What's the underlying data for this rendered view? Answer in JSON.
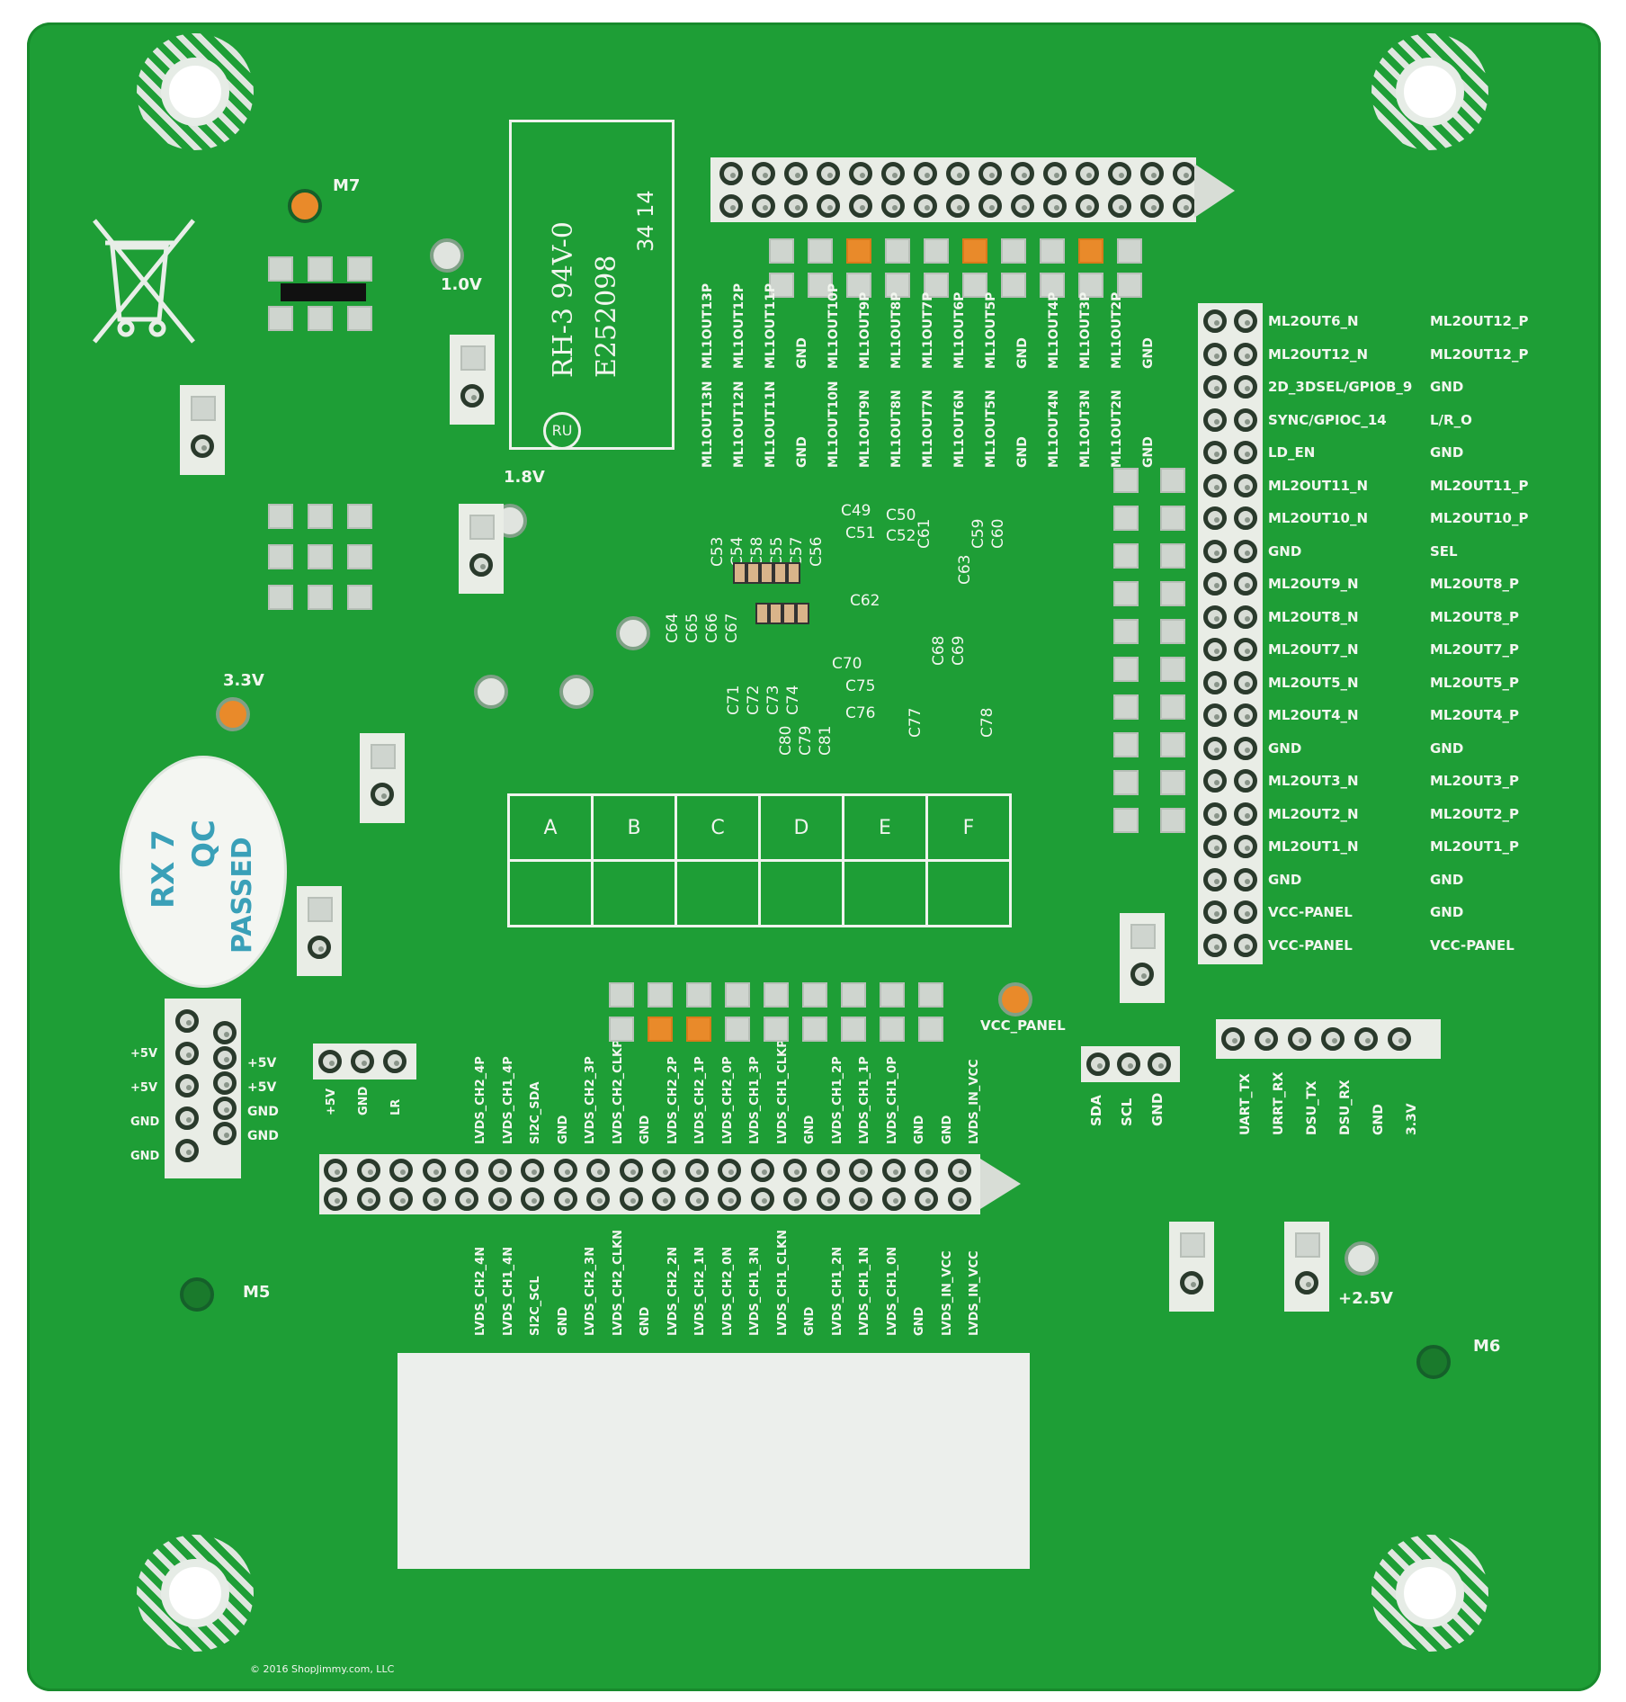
{
  "board": {
    "color": "#1e9e36",
    "silk_color": "#f2f6ef"
  },
  "ul_marking": {
    "line1": "RH-3 94V-0",
    "line2": "E252098",
    "date_code": "34 14",
    "logo": "RU"
  },
  "sticker": {
    "line1": "RX 7",
    "line2": "QC",
    "line3": "PASSED"
  },
  "mount_labels": {
    "m7": "M7",
    "m5": "M5",
    "m6": "M6"
  },
  "voltage_labels": {
    "v10": "1.0V",
    "v18": "1.8V",
    "v33": "3.3V",
    "v25": "+2.5V",
    "vcc_panel": "VCC_PANEL"
  },
  "top_header_labels": [
    [
      "ML1OUT13N",
      "ML1OUT13P"
    ],
    [
      "ML1OUT12N",
      "ML1OUT12P"
    ],
    [
      "ML1OUT11N",
      "ML1OUT11P"
    ],
    [
      "GND",
      "GND"
    ],
    [
      "ML1OUT10N",
      "ML1OUT10P"
    ],
    [
      "ML1OUT9N",
      "ML1OUT9P"
    ],
    [
      "ML1OUT8N",
      "ML1OUT8P"
    ],
    [
      "ML1OUT7N",
      "ML1OUT7P"
    ],
    [
      "ML1OUT6N",
      "ML1OUT6P"
    ],
    [
      "ML1OUT5N",
      "ML1OUT5P"
    ],
    [
      "GND",
      "GND"
    ],
    [
      "ML1OUT4N",
      "ML1OUT4P"
    ],
    [
      "ML1OUT3N",
      "ML1OUT3P"
    ],
    [
      "ML1OUT2N",
      "ML1OUT2P"
    ],
    [
      "GND",
      "GND"
    ]
  ],
  "right_header_labels": [
    [
      "ML2OUT6_N",
      "ML2OUT12_P"
    ],
    [
      "ML2OUT12_N",
      "ML2OUT12_P"
    ],
    [
      "2D_3DSEL/GPIOB_9",
      "GND"
    ],
    [
      "SYNC/GPIOC_14",
      "L/R_O"
    ],
    [
      "LD_EN",
      "GND"
    ],
    [
      "ML2OUT11_N",
      "ML2OUT11_P"
    ],
    [
      "ML2OUT10_N",
      "ML2OUT10_P"
    ],
    [
      "GND",
      "SEL"
    ],
    [
      "ML2OUT9_N",
      "ML2OUT8_P"
    ],
    [
      "ML2OUT8_N",
      "ML2OUT8_P"
    ],
    [
      "ML2OUT7_N",
      "ML2OUT7_P"
    ],
    [
      "ML2OUT5_N",
      "ML2OUT5_P"
    ],
    [
      "ML2OUT4_N",
      "ML2OUT4_P"
    ],
    [
      "GND",
      "GND"
    ],
    [
      "ML2OUT3_N",
      "ML2OUT3_P"
    ],
    [
      "ML2OUT2_N",
      "ML2OUT2_P"
    ],
    [
      "ML2OUT1_N",
      "ML2OUT1_P"
    ],
    [
      "GND",
      "GND"
    ],
    [
      "VCC-PANEL",
      "GND"
    ],
    [
      "VCC-PANEL",
      "VCC-PANEL"
    ]
  ],
  "bottom_header_top_labels": [
    "LVDS_CH2_4P",
    "LVDS_CH1_4P",
    "SI2C_SDA",
    "GND",
    "LVDS_CH2_3P",
    "LVDS_CH2_CLKP",
    "GND",
    "LVDS_CH2_2P",
    "LVDS_CH2_1P",
    "LVDS_CH2_0P",
    "LVDS_CH1_3P",
    "LVDS_CH1_CLKP",
    "GND",
    "LVDS_CH1_2P",
    "LVDS_CH1_1P",
    "LVDS_CH1_0P",
    "GND",
    "GND",
    "LVDS_IN_VCC"
  ],
  "bottom_header_bottom_labels": [
    "LVDS_CH2_4N",
    "LVDS_CH1_4N",
    "SI2C_SCL",
    "GND",
    "LVDS_CH2_3N",
    "LVDS_CH2_CLKN",
    "GND",
    "LVDS_CH2_2N",
    "LVDS_CH2_1N",
    "LVDS_CH2_0N",
    "LVDS_CH1_3N",
    "LVDS_CH1_CLKN",
    "GND",
    "LVDS_CH1_2N",
    "LVDS_CH1_1N",
    "LVDS_CH1_0N",
    "GND",
    "LVDS_IN_VCC",
    "LVDS_IN_VCC"
  ],
  "i2c_labels": [
    "SDA",
    "SCL",
    "GND"
  ],
  "uart_labels": [
    "UART_TX",
    "URRT_RX",
    "DSU_TX",
    "DSU_RX",
    "GND",
    "3.3V"
  ],
  "power_left_labels": [
    "+5V",
    "+5V",
    "GND",
    "GND"
  ],
  "power_right_labels": [
    "+5V",
    "+5V",
    "GND",
    "GND"
  ],
  "lr_labels": [
    "+5V",
    "GND",
    "LR"
  ],
  "table_headers": [
    "A",
    "B",
    "C",
    "D",
    "E",
    "F"
  ],
  "cap_labels": [
    "C49",
    "C50",
    "C51",
    "C52",
    "C53",
    "C54",
    "C58",
    "C55",
    "C57",
    "C56",
    "C61",
    "C59",
    "C60",
    "C62",
    "C63",
    "C64",
    "C65",
    "C66",
    "C67",
    "C68",
    "C69",
    "C70",
    "C71",
    "C72",
    "C73",
    "C74",
    "C75",
    "C76",
    "C77",
    "C78",
    "C79",
    "C80",
    "C81"
  ],
  "copyright": "© 2016 ShopJimmy.com, LLC"
}
